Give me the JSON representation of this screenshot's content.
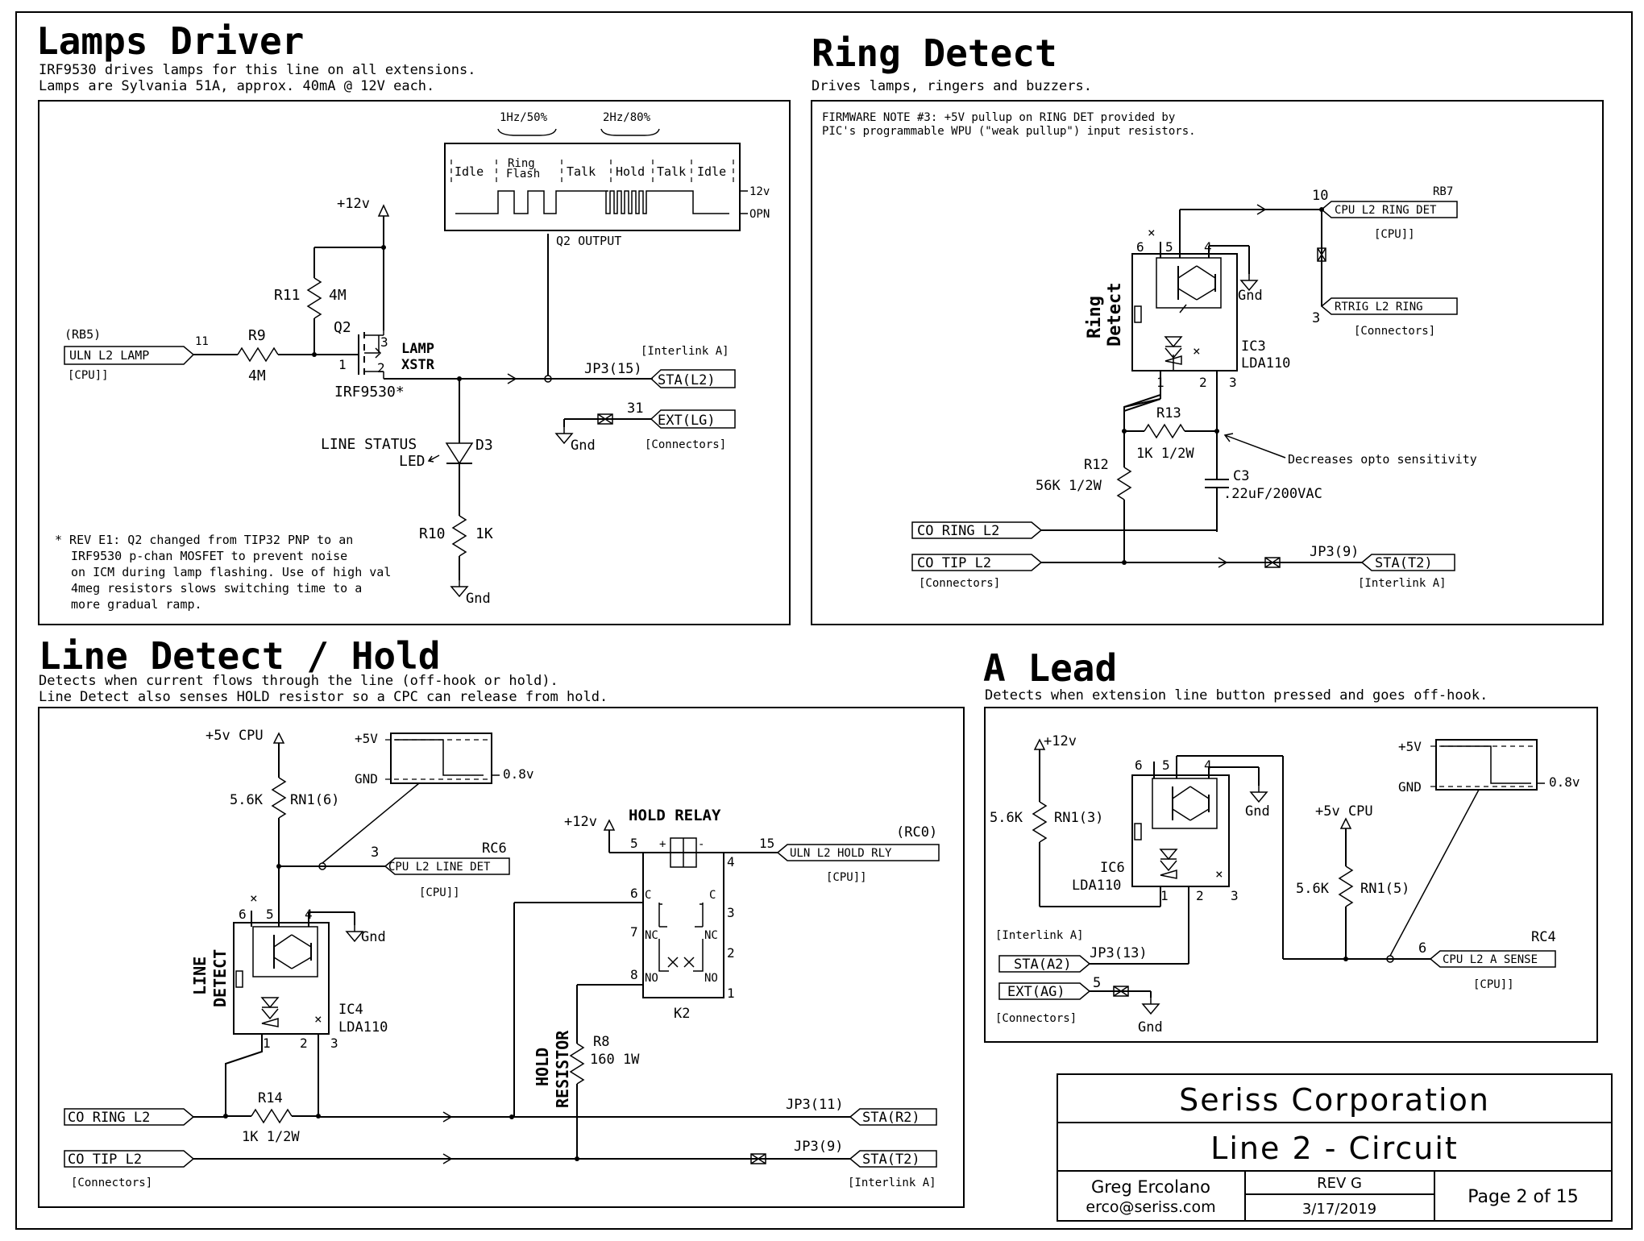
{
  "lamps": {
    "title": "Lamps Driver",
    "sub1": "IRF9530 drives lamps for this line on all extensions.",
    "sub2": "Lamps are Sylvania 51A, approx. 40mA @ 12V each.",
    "pwr": "+12v",
    "r11": "R11",
    "r11v": "4M",
    "q2": "Q2",
    "q2part": "IRF9530*",
    "xstr1": "LAMP",
    "xstr2": "XSTR",
    "rb5": "(RB5)",
    "uln": "ULN L2 LAMP",
    "cpu": "[CPU]]",
    "pin11": "11",
    "r9": "R9",
    "r9v": "4M",
    "pin1": "1",
    "pin2": "2",
    "pin3": "3",
    "led1": "LINE STATUS",
    "led2": "LED",
    "d3": "D3",
    "r10": "R10",
    "r10v": "1K",
    "gnd": "Gnd",
    "interlink": "[Interlink A]",
    "jp3": "JP3(15)",
    "sta": "STA(L2)",
    "pin31": "31",
    "ext": "EXT(LG)",
    "conn": "[Connectors]",
    "q2out": "Q2 OUTPUT",
    "w1": "1Hz/50%",
    "w2": "2Hz/80%",
    "ph_idle": "Idle",
    "ph_ring1": "Ring",
    "ph_ring2": "Flash",
    "ph_talk": "Talk",
    "ph_hold": "Hold",
    "ph_talk2": "Talk",
    "ph_idle2": "Idle",
    "v12": "12v",
    "opn": "OPN",
    "note1": "* REV E1: Q2 changed from TIP32 PNP to an",
    "note2": "IRF9530 p-chan MOSFET to prevent noise",
    "note3": "on ICM during lamp flashing. Use of high val",
    "note4": "4meg resistors slows switching time to a",
    "note5": "more gradual ramp."
  },
  "ring": {
    "title": "Ring Detect",
    "sub": "Drives lamps, ringers and buzzers.",
    "fw1": "FIRMWARE NOTE #3: +5V pullup on RING DET provided by",
    "fw2": "PIC's programmable WPU (\"weak pullup\") input resistors.",
    "pin10": "10",
    "rb7": "RB7",
    "cpudet": "CPU L2 RING DET",
    "cpu": "[CPU]]",
    "pin3": "3",
    "rtrig": "RTRIG L2 RING",
    "conn": "[Connectors]",
    "rd1": "Ring",
    "rd2": "Detect",
    "p6": "6",
    "p5": "5",
    "p4": "4",
    "gnd": "Gnd",
    "x": "×",
    "ic3": "IC3",
    "lda": "LDA110",
    "p1": "1",
    "p2": "2",
    "p3": "3",
    "r13": "R13",
    "r13v": "1K 1/2W",
    "r12": "R12",
    "r12v": "56K 1/2W",
    "c3": "C3",
    "c3v": ".22uF/200VAC",
    "dec": "Decreases opto sensitivity",
    "coring": "CO RING L2",
    "cotip": "CO TIP L2",
    "conn2": "[Connectors]",
    "jp3": "JP3(9)",
    "sta": "STA(T2)",
    "interlink": "[Interlink A]"
  },
  "line": {
    "title": "Line Detect / Hold",
    "sub1": "Detects when current flows through the line (off-hook or hold).",
    "sub2": "Line Detect also senses HOLD resistor so a CPC can release from hold.",
    "pwr": "+5v CPU",
    "rn": "RN1(6)",
    "rnv": "5.6K",
    "v5": "+5V",
    "gnd_l": "GND",
    "v08": "0.8v",
    "pin3": "3",
    "rc6": "RC6",
    "cpuline": "CPU L2 LINE DET",
    "cpu": "[CPU]]",
    "ld1": "LINE",
    "ld2": "DETECT",
    "p6": "6",
    "p5": "5",
    "p4": "4",
    "gnd": "Gnd",
    "x": "×",
    "ic4": "IC4",
    "lda": "LDA110",
    "p1": "1",
    "p2": "2",
    "p3": "3",
    "hr": "HOLD RELAY",
    "pwr12": "+12v",
    "k5": "5",
    "k4": "4",
    "k15": "15",
    "rc0": "(RC0)",
    "uln": "ULN L2 HOLD RLY",
    "cpu2": "[CPU]]",
    "k6": "6",
    "k7": "7",
    "k8": "8",
    "k3": "3",
    "k2": "2",
    "k1": "1",
    "k2name": "K2",
    "c": "C",
    "nc": "NC",
    "no": "NO",
    "plus": "+",
    "minus": "-",
    "hres1": "HOLD",
    "hres2": "RESISTOR",
    "r8": "R8",
    "r8v": "160 1W",
    "r14": "R14",
    "r14v": "1K 1/2W",
    "coring": "CO RING L2",
    "cotip": "CO TIP L2",
    "conn": "[Connectors]",
    "jp11": "JP3(11)",
    "star2": "STA(R2)",
    "jp9": "JP3(9)",
    "stat2": "STA(T2)",
    "interlink": "[Interlink A]"
  },
  "alead": {
    "title": "A Lead",
    "sub": "Detects when extension line button pressed and goes off-hook.",
    "pwr": "+12v",
    "rn": "RN1(3)",
    "rnv": "5.6K",
    "p6": "6",
    "p5": "5",
    "p4": "4",
    "gnd": "Gnd",
    "x": "×",
    "ic6": "IC6",
    "lda": "LDA110",
    "p1": "1",
    "p2": "2",
    "p3": "3",
    "v5": "+5V",
    "gnd_l": "GND",
    "v08": "0.8v",
    "pwr5": "+5v CPU",
    "rn5": "RN1(5)",
    "rn5v": "5.6K",
    "interlink": "[Interlink A]",
    "jp13": "JP3(13)",
    "staa2": "STA(A2)",
    "pin5": "5",
    "extag": "EXT(AG)",
    "conn": "[Connectors]",
    "pin6": "6",
    "rc4": "RC4",
    "cpua": "CPU L2 A SENSE",
    "cpu": "[CPU]]"
  },
  "title_block": {
    "company": "Seriss Corporation",
    "doc": "Line 2 - Circuit",
    "author": "Greg Ercolano",
    "email": "erco@seriss.com",
    "rev": "REV G",
    "date": "3/17/2019",
    "page": "Page 2 of 15"
  }
}
